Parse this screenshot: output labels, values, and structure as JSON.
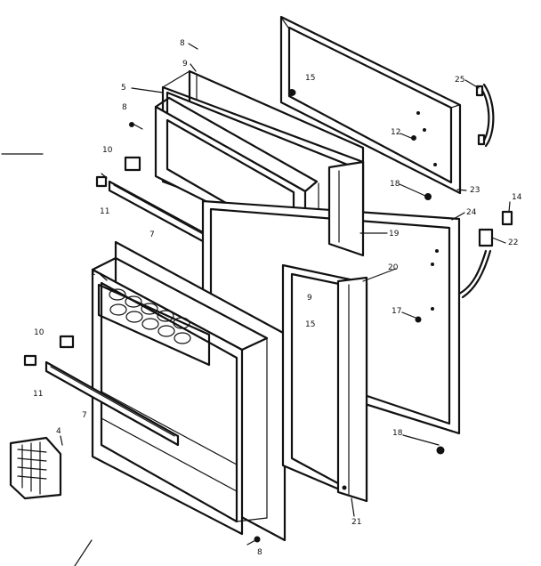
{
  "diagram": {
    "callouts": {
      "c1": "1",
      "c4": "4",
      "c5": "5",
      "c7a": "7",
      "c7b": "7",
      "c8a": "8",
      "c8b": "8",
      "c8c": "8",
      "c9a": "9",
      "c9b": "9",
      "c10a": "10",
      "c10b": "10",
      "c11a": "11",
      "c11b": "11",
      "c12": "12",
      "c14": "14",
      "c15a": "15",
      "c15b": "15",
      "c17": "17",
      "c18a": "18",
      "c18b": "18",
      "c19": "19",
      "c20": "20",
      "c21": "21",
      "c22": "22",
      "c23": "23",
      "c24": "24",
      "c25": "25"
    }
  }
}
